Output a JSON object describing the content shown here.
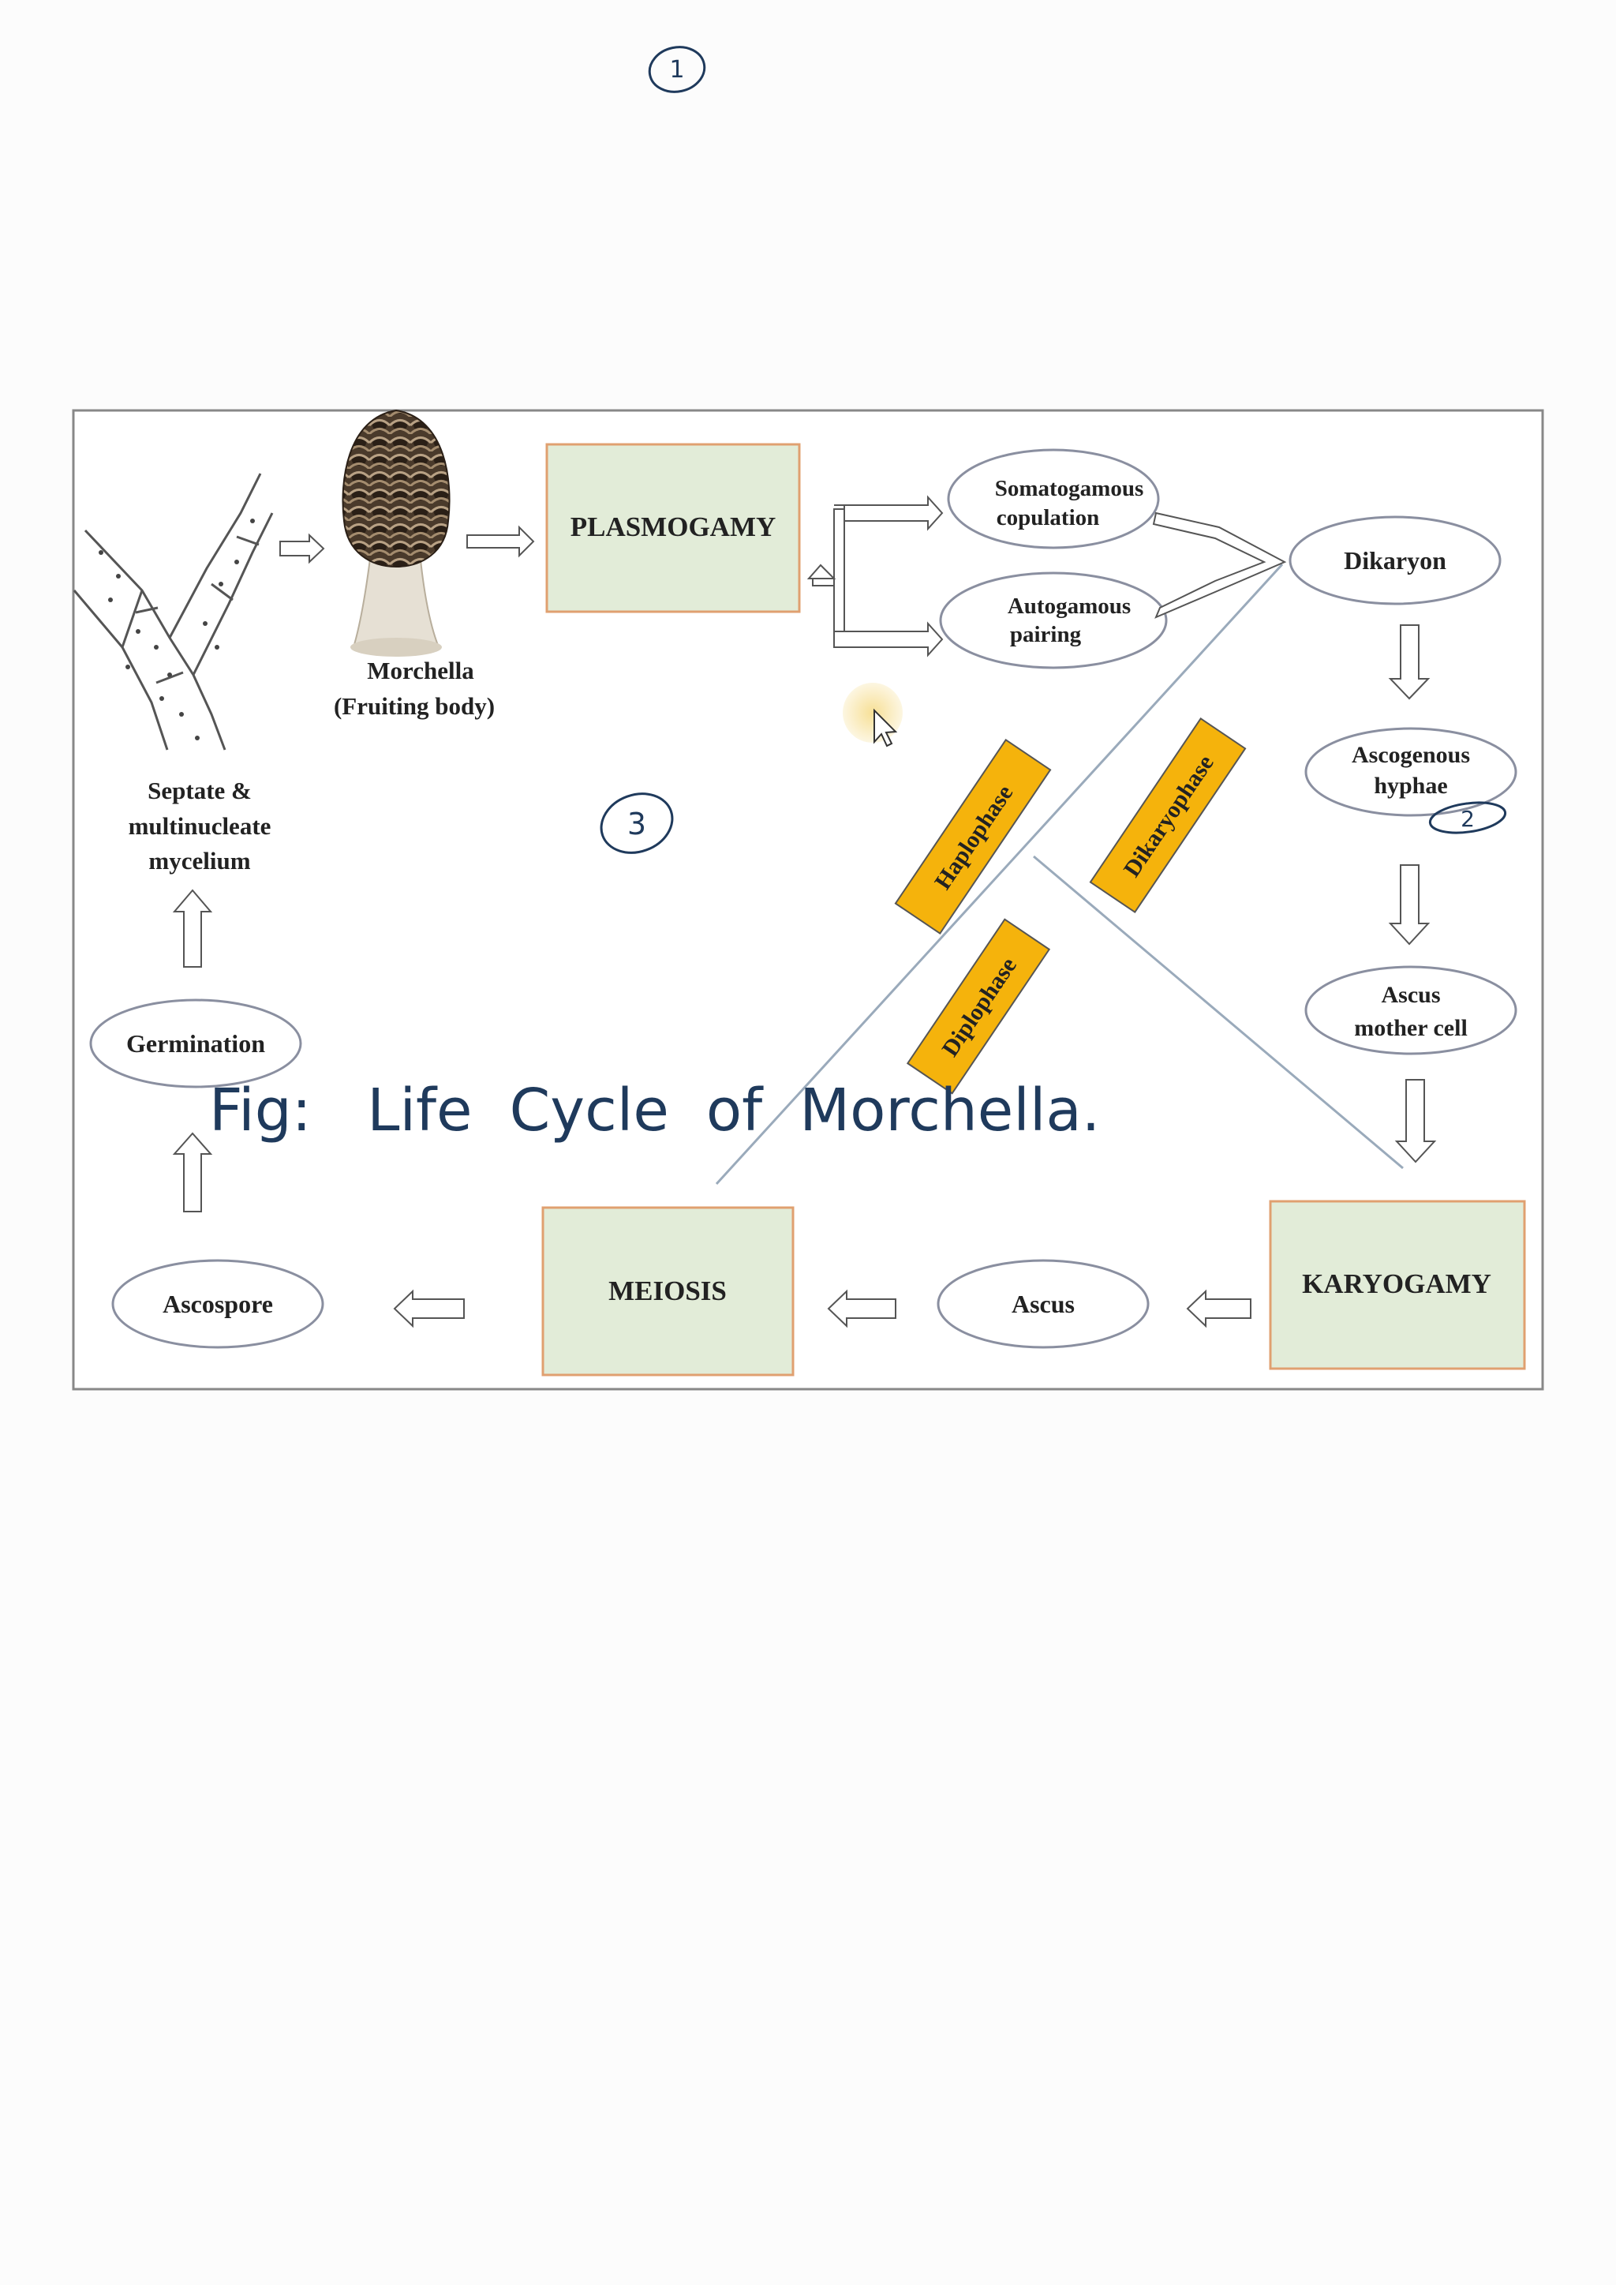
{
  "page_number_annotation": "1",
  "diagram": {
    "nodes": {
      "mycelium": [
        "Septate &",
        "multinucleate",
        "mycelium"
      ],
      "fruiting_body": [
        "Morchella",
        "(Fruiting body)"
      ],
      "plasmogamy": "PLASMOGAMY",
      "somatogamous": [
        "Somatogamous",
        "copulation"
      ],
      "autogamous": [
        "Autogamous",
        "pairing"
      ],
      "dikaryon": "Dikaryon",
      "ascogenous": [
        "Ascogenous",
        "hyphae"
      ],
      "ascus_mother": [
        "Ascus",
        "mother cell"
      ],
      "karyogamy": "KARYOGAMY",
      "ascus": "Ascus",
      "meiosis": "MEIOSIS",
      "ascospore": "Ascospore",
      "germination": "Germination"
    },
    "phases": {
      "haplophase": "Haplophase",
      "dikaryophase": "Dikaryophase",
      "diplophase": "Diplophase"
    },
    "colors": {
      "process_box_fill": "#e2ecd8",
      "process_box_border": "#e0a070",
      "phase_fill": "#f5b30c",
      "phase_border": "#555555",
      "ink": "#1f3a5c",
      "divider": "#9aaabb"
    }
  },
  "annotations": {
    "caption": "Fig:   Life  Cycle  of  Morchella.",
    "circle_2": "2",
    "circle_3": "3"
  }
}
